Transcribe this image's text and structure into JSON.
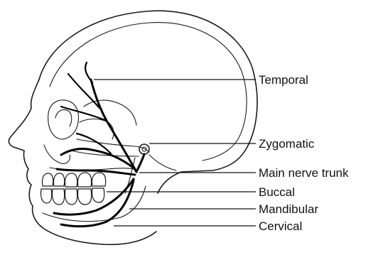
{
  "labels": {
    "temporal": "Temporal",
    "zygomatic": "Zygomatic",
    "main_trunk": "Main nerve trunk",
    "buccal": "Buccal",
    "mandibular": "Mandibular",
    "cervical": "Cervical"
  },
  "colors": {
    "line": "#1a1a1a",
    "nerve": "#000000",
    "background": "#ffffff"
  }
}
